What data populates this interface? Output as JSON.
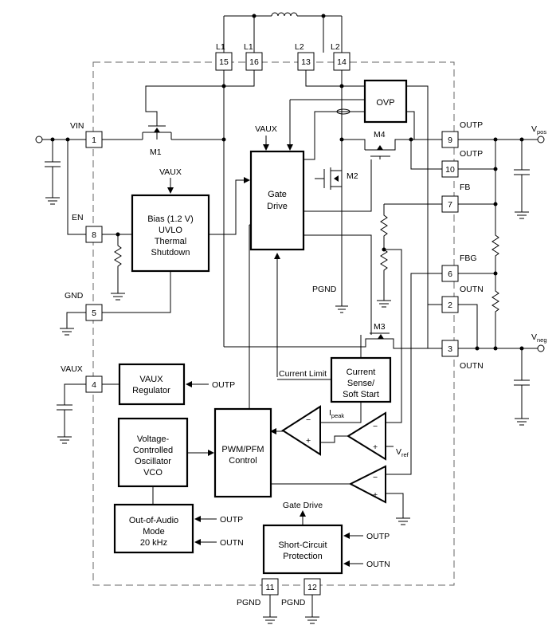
{
  "pins": {
    "p1": "1",
    "p2": "2",
    "p3": "3",
    "p4": "4",
    "p5": "5",
    "p6": "6",
    "p7": "7",
    "p8": "8",
    "p9": "9",
    "p10": "10",
    "p11": "11",
    "p12": "12",
    "p13": "13",
    "p14": "14",
    "p15": "15",
    "p16": "16"
  },
  "labels": {
    "l1a": "L1",
    "l1b": "L1",
    "l2a": "L2",
    "l2b": "L2",
    "vin": "VIN",
    "en": "EN",
    "gnd": "GND",
    "vaux_pin": "VAUX",
    "outp9": "OUTP",
    "outp10": "OUTP",
    "fb": "FB",
    "fbg": "FBG",
    "outn2": "OUTN",
    "outn3": "OUTN",
    "pgnd11": "PGND",
    "pgnd12": "PGND",
    "pgnd_int": "PGND",
    "m1": "M1",
    "m2": "M2",
    "m3": "M3",
    "m4": "M4",
    "vaux_bias": "VAUX",
    "vaux_gate": "VAUX",
    "current_limit": "Current Limit",
    "ipeak_main": "I",
    "ipeak_sub": "peak",
    "vref_main": "V",
    "vref_sub": "ref",
    "gate_drive_sc": "Gate Drive",
    "vpos_main": "V",
    "vpos_sub": "pos",
    "vneg_main": "V",
    "vneg_sub": "neg",
    "outp_vaux": "OUTP",
    "outp_audio": "OUTP",
    "outn_audio": "OUTN",
    "outp_sc": "OUTP",
    "outn_sc": "OUTN",
    "minus": "−",
    "plus": "+"
  },
  "blocks": {
    "ovp": "OVP",
    "gate_drive": [
      "Gate",
      "Drive"
    ],
    "bias": [
      "Bias (1.2 V)",
      "UVLO",
      "Thermal",
      "Shutdown"
    ],
    "vaux_reg": [
      "VAUX",
      "Regulator"
    ],
    "current_sense": [
      "Current",
      "Sense/",
      "Soft Start"
    ],
    "vco": [
      "Voltage-",
      "Controlled",
      "Oscillator",
      "VCO"
    ],
    "pwm": [
      "PWM/PFM",
      "Control"
    ],
    "audio": [
      "Out-of-Audio",
      "Mode",
      "20 kHz"
    ],
    "short_circuit": [
      "Short-Circuit",
      "Protection"
    ]
  }
}
